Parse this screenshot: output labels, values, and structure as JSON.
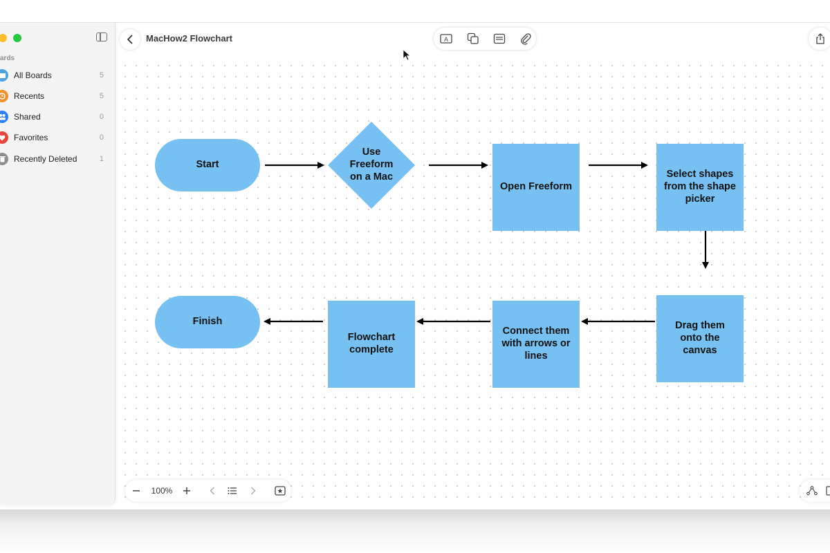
{
  "window": {
    "board_title": "MacHow2 Flowchart"
  },
  "sidebar": {
    "section_label": "ards",
    "items": [
      {
        "label": "All Boards",
        "count": "5",
        "icon": "folder-icon",
        "color": "#4da3e0"
      },
      {
        "label": "Recents",
        "count": "5",
        "icon": "clock-icon",
        "color": "#f0932b"
      },
      {
        "label": "Shared",
        "count": "0",
        "icon": "people-icon",
        "color": "#2d7ff9"
      },
      {
        "label": "Favorites",
        "count": "0",
        "icon": "heart-icon",
        "color": "#e8453c"
      },
      {
        "label": "Recently Deleted",
        "count": "1",
        "icon": "trash-icon",
        "color": "#8e8e93"
      }
    ]
  },
  "toolbar": {
    "tools": [
      "text-box-icon",
      "shapes-icon",
      "sticky-note-icon",
      "attachment-icon"
    ],
    "share": "share-icon"
  },
  "flowchart": {
    "shape_color": "#76c1f1",
    "nodes": {
      "start": "Start",
      "use_freeform": "Use Freeform on a Mac",
      "open_freeform": "Open Freeform",
      "select_shapes": "Select shapes from the shape picker",
      "drag_them": "Drag them onto the canvas",
      "connect_them": "Connect them with arrows or lines",
      "flowchart_complete": "Flowchart complete",
      "finish": "Finish"
    }
  },
  "zoom": {
    "value": "100%"
  }
}
